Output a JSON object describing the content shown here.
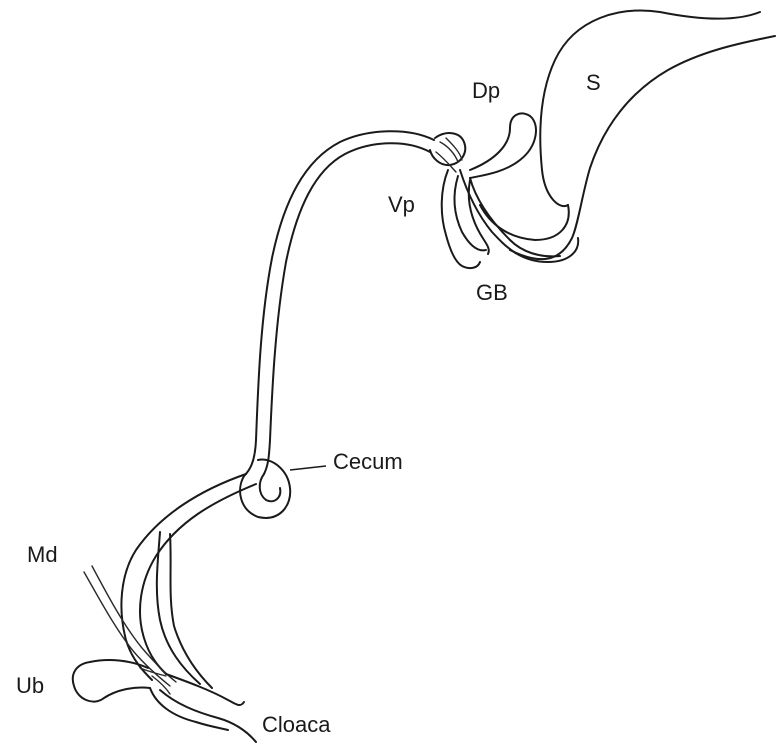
{
  "labels": {
    "stomach": "S",
    "dorsal_pancreas": "Dp",
    "ventral_pancreas": "Vp",
    "gall_bladder": "GB",
    "cecum": "Cecum",
    "mesonephric_duct": "Md",
    "urinary_bladder": "Ub",
    "cloaca": "Cloaca"
  },
  "colors": {
    "ink": "#1a1a1a",
    "background": "#ffffff"
  }
}
